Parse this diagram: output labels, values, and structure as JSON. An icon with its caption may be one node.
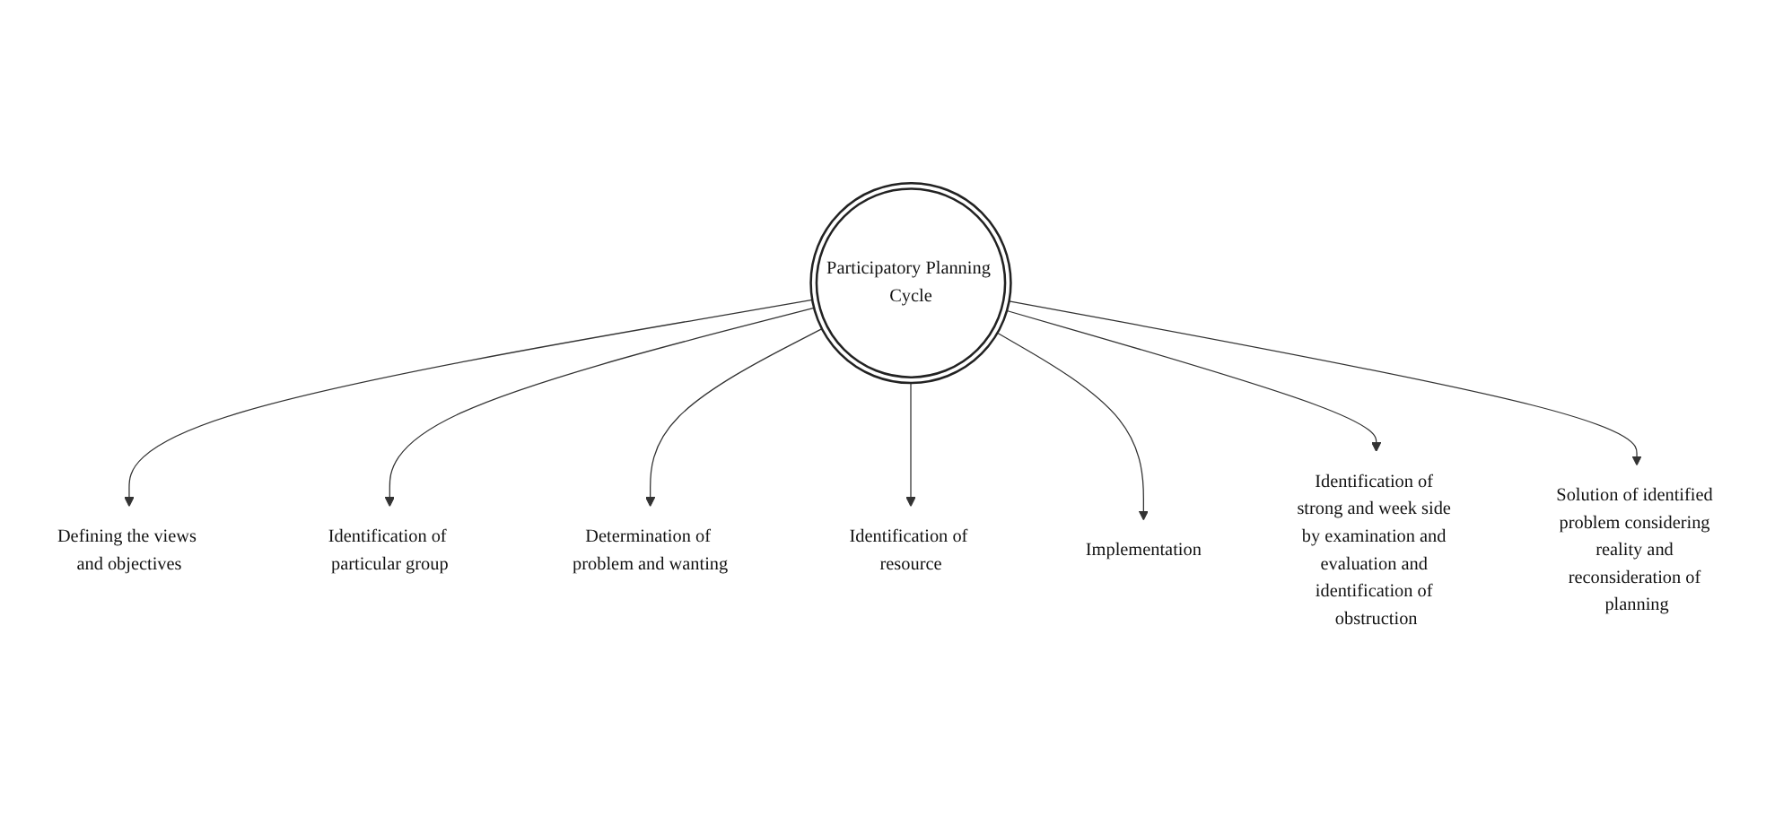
{
  "diagram": {
    "nodes": [
      {
        "text": [
          "Participatory Planning Cycle"
        ]
      },
      {
        "text": [
          "Defining the views and objectives"
        ]
      },
      {
        "text": [
          "Identification of particular group"
        ]
      },
      {
        "text": [
          "Determination of problem and wanting"
        ]
      },
      {
        "text": [
          "Identification of resource"
        ]
      },
      {
        "text": [
          "Implementation"
        ]
      },
      {
        "text": [
          "Identification of strong and week side by examination and evaluation and identification of obstruction"
        ]
      },
      {
        "text": [
          "Solution of identified problem considering reality and reconsideration of planning"
        ]
      }
    ],
    "edges": [
      {
        "from": 0,
        "to": 1,
        "arrow": "to"
      },
      {
        "from": 0,
        "to": 2,
        "arrow": "to"
      },
      {
        "from": 0,
        "to": 3,
        "arrow": "to"
      },
      {
        "from": 0,
        "to": 4,
        "arrow": "to"
      },
      {
        "from": 0,
        "to": 5,
        "arrow": "to"
      },
      {
        "from": 0,
        "to": 6,
        "arrow": "to"
      },
      {
        "from": 0,
        "to": 7,
        "arrow": "to"
      }
    ]
  }
}
